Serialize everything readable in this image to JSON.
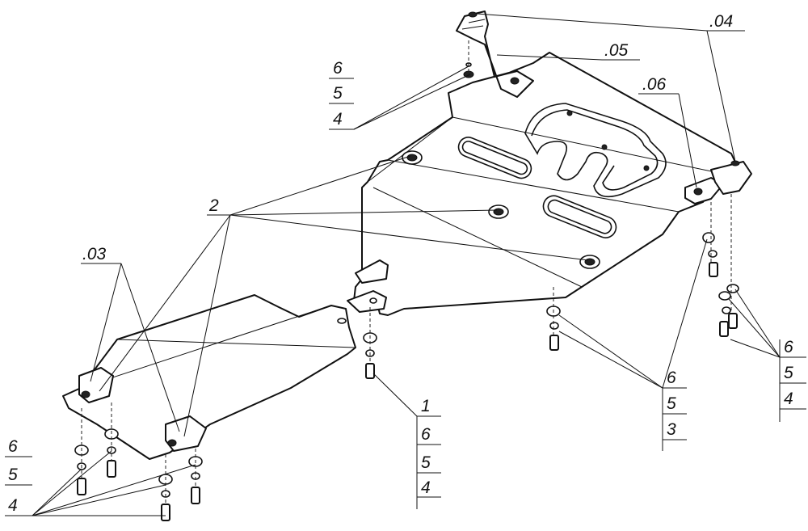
{
  "callouts": {
    "c04": ".04",
    "c05": ".05",
    "c06": ".06",
    "c03": ".03",
    "c2": "2",
    "stack_top_left": [
      "6",
      "5",
      "4"
    ],
    "stack_right": [
      "6",
      "5",
      "4"
    ],
    "stack_center_right": [
      "6",
      "5",
      "3"
    ],
    "stack_center": [
      "1",
      "6",
      "5",
      "4"
    ],
    "stack_bottom_left": [
      "6",
      "5",
      "4"
    ]
  }
}
